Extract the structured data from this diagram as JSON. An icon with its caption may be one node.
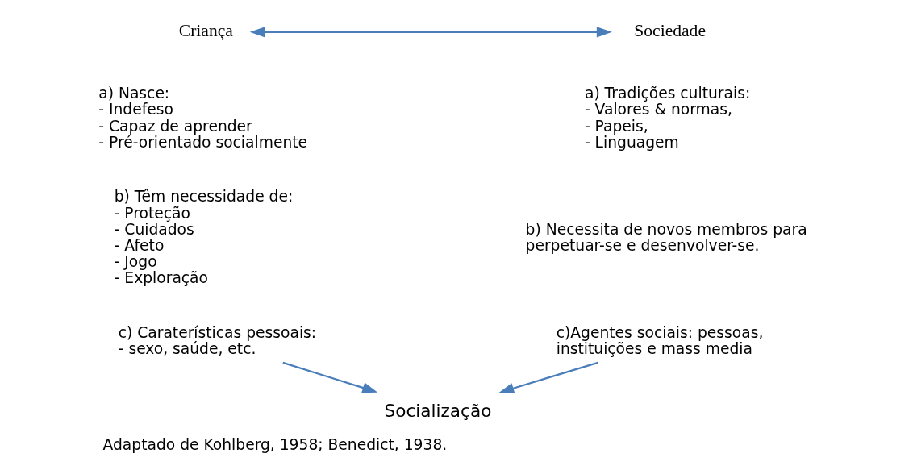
{
  "diagram": {
    "caption": "Adaptado de Kohlberg, 1958; Benedict, 1938.",
    "nodes": [
      {
        "text": [
          "Criança"
        ]
      },
      {
        "text": [
          "Sociedade"
        ]
      },
      {
        "text": [
          "c) Caraterísticas pessoais: - sexo, saúde, etc."
        ]
      },
      {
        "text": [
          "c)Agentes sociais: pessoas, instituições e mass media"
        ]
      },
      {
        "text": [
          "Socialização"
        ]
      }
    ],
    "edges": [
      {
        "from": 0,
        "to": 1,
        "arrow": "both"
      },
      {
        "from": 2,
        "to": 4,
        "arrow": "to"
      },
      {
        "from": 3,
        "to": 4,
        "arrow": "to"
      }
    ],
    "labels": [
      "a) Nasce: - Indefeso - Capaz de aprender - Pré-orientado socialmente",
      "a) Tradições culturais: - Valores & normas, - Papeis, - Linguagem",
      "b) Têm necessidade de: - Proteção - Cuidados - Afeto - Jogo - Exploração",
      "b) Necessita de novos membros para perpetuar-se e desenvolver-se."
    ]
  }
}
